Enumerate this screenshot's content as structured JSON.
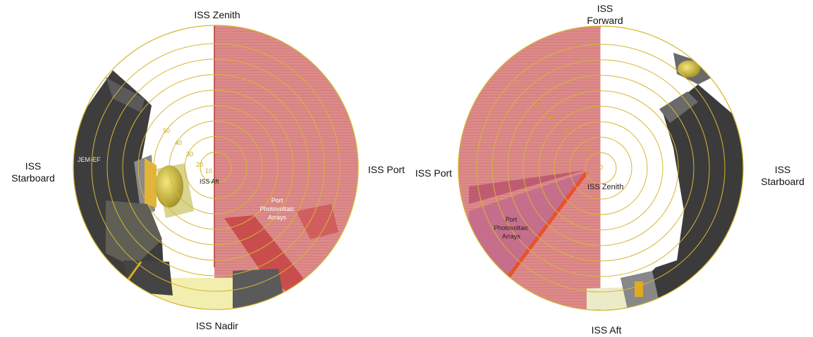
{
  "left_view": {
    "top": "ISS Zenith",
    "bottom": "ISS Nadir",
    "left": [
      "ISS",
      "Starboard"
    ],
    "right": "ISS Port",
    "center": "ISS Aft",
    "module": "JEM-EF",
    "arrays": [
      "Port",
      "Photovoltaic",
      "Arrays"
    ],
    "ring_labels": [
      "10",
      "20",
      "30",
      "40",
      "50"
    ]
  },
  "right_view": {
    "top": [
      "ISS",
      "Forward"
    ],
    "bottom": "ISS Aft",
    "left": "ISS Port",
    "right": [
      "ISS",
      "Starboard"
    ],
    "center": "ISS Zenith",
    "arrays": [
      "Port",
      "Photovoltaic",
      "Arrays"
    ],
    "ring_labels": [
      "10",
      "20",
      "30",
      "40",
      "50",
      "60"
    ]
  },
  "colors": {
    "ring": "#d4b830",
    "array_red": "#d2625f",
    "structure_dark": "#3a3a3a",
    "pale_yellow": "#f1eeb0"
  }
}
